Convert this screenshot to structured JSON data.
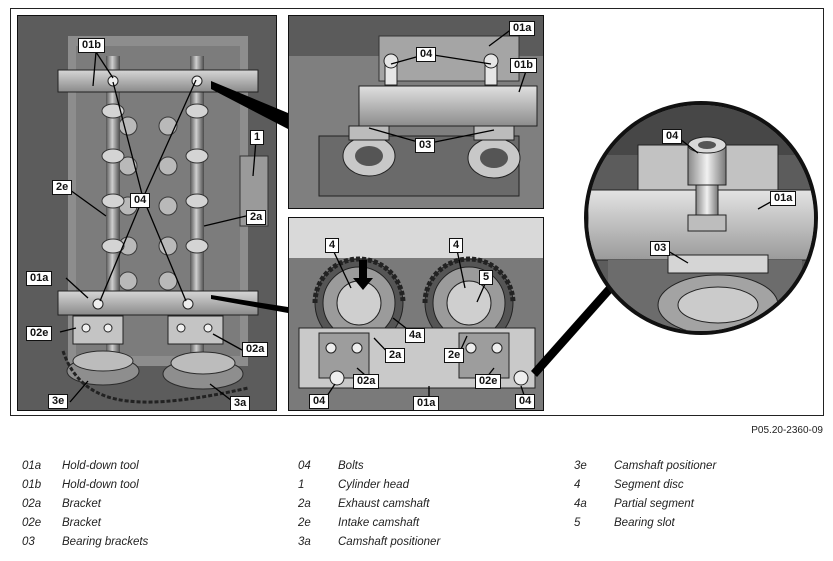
{
  "figure_code": "P05.20-2360-09",
  "callouts": {
    "main": {
      "c01b": "01b",
      "c1": "1",
      "c2e": "2e",
      "c04": "04",
      "c2a": "2a",
      "c01a": "01a",
      "c02e": "02e",
      "c02a": "02a",
      "c3e": "3e",
      "c3a": "3a"
    },
    "top": {
      "c01a": "01a",
      "c04": "04",
      "c01b": "01b",
      "c03": "03"
    },
    "bottom": {
      "c4_left": "4",
      "c4_right": "4",
      "c5": "5",
      "c4a": "4a",
      "c2a": "2a",
      "c2e": "2e",
      "c02a": "02a",
      "c02e": "02e",
      "c04_left": "04",
      "c04_right": "04",
      "c01a": "01a"
    },
    "detail": {
      "c04": "04",
      "c01a": "01a",
      "c03": "03"
    }
  },
  "legend": {
    "columns": [
      {
        "items": [
          {
            "code": "01a",
            "label": "Hold-down tool"
          },
          {
            "code": "01b",
            "label": "Hold-down tool"
          },
          {
            "code": "02a",
            "label": "Bracket"
          },
          {
            "code": "02e",
            "label": "Bracket"
          },
          {
            "code": "03",
            "label": "Bearing brackets"
          }
        ]
      },
      {
        "items": [
          {
            "code": "04",
            "label": "Bolts"
          },
          {
            "code": "1",
            "label": "Cylinder head"
          },
          {
            "code": "2a",
            "label": "Exhaust camshaft"
          },
          {
            "code": "2e",
            "label": "Intake camshaft"
          },
          {
            "code": "3a",
            "label": "Camshaft positioner"
          }
        ]
      },
      {
        "items": [
          {
            "code": "3e",
            "label": "Camshaft positioner"
          },
          {
            "code": "4",
            "label": "Segment disc"
          },
          {
            "code": "4a",
            "label": "Partial segment"
          },
          {
            "code": "5",
            "label": "Bearing slot"
          }
        ]
      }
    ]
  }
}
